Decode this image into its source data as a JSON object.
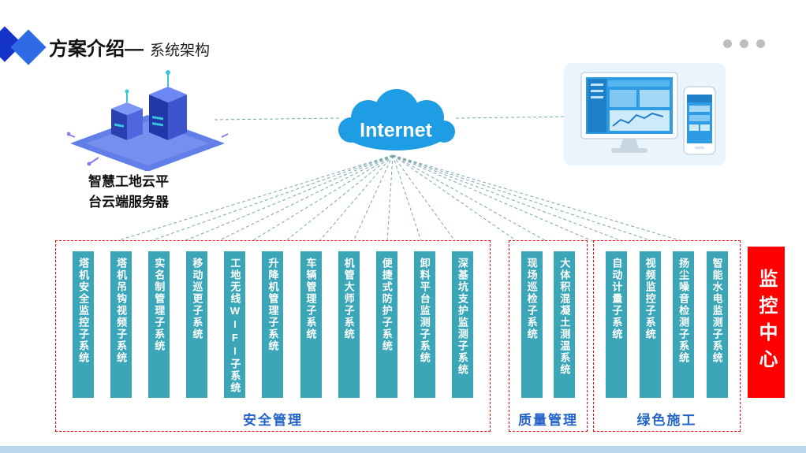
{
  "colors": {
    "accent": "#2F6BE6",
    "accent-dark": "#1633C9",
    "bar": "#3BA6B8",
    "red": "#FF0000",
    "cloud": "#1E9CE4",
    "label-blue": "#2464C6",
    "strip": "#BCD6EE",
    "dot": "#BDBDBD",
    "line": "#7BA7B0"
  },
  "header": {
    "title": "方案介绍—",
    "subtitle": "系统架构"
  },
  "server": {
    "label_line1": "智慧工地云平",
    "label_line2": "台云端服务器"
  },
  "cloud": {
    "label": "Internet"
  },
  "groups": [
    {
      "label": "安全管理",
      "systems": [
        "塔机安全监控子系统",
        "塔机吊钩视频子系统",
        "实名制管理子系统",
        "移动巡更子系统",
        "工地无线WIFI子系统",
        "升降机管理子系统",
        "车辆管理子系统",
        "机管大师子系统",
        "便捷式防护子系统",
        "卸料平台监测子系统",
        "深基坑支护监测子系统"
      ]
    },
    {
      "label": "质量管理",
      "systems": [
        "现场巡检子系统",
        "大体积混凝土测温系统"
      ]
    },
    {
      "label": "绿色施工",
      "systems": [
        "自动计量子系统",
        "视频监控子系统",
        "扬尘噪音检测子系统",
        "智能水电监测子系统"
      ]
    }
  ],
  "monitoring_center": {
    "label": "监控中心"
  }
}
